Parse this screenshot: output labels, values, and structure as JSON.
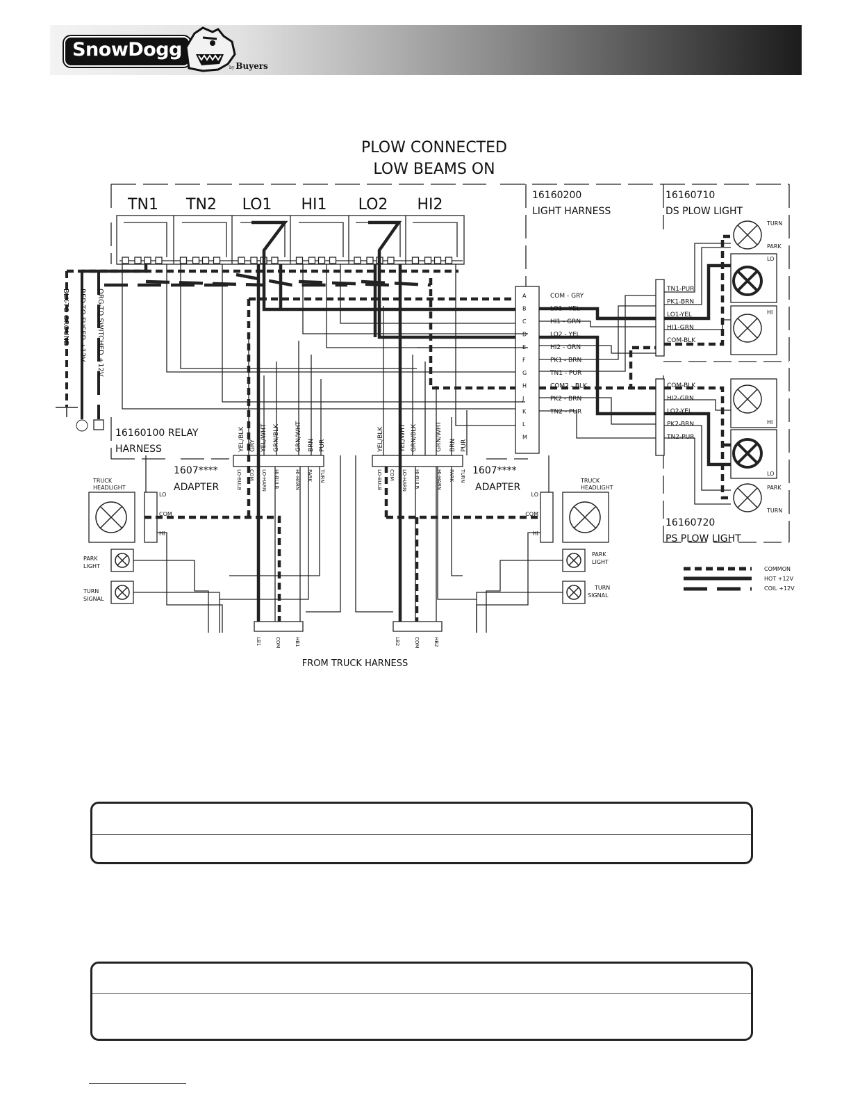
{
  "header": {
    "brand_logo": "SnowDogg",
    "brand_by": "by",
    "brand_maker": "Buyers",
    "logo_icon": "dog-head-icon"
  },
  "diagram": {
    "title_line1": "PLOW CONNECTED",
    "title_line2": "LOW BEAMS ON",
    "relays": [
      "TN1",
      "TN2",
      "LO1",
      "HI1",
      "LO2",
      "HI2"
    ],
    "relay_harness": {
      "part": "16160100 RELAY",
      "name": "HARNESS"
    },
    "light_harness": {
      "part": "16160200",
      "name": "LIGHT HARNESS"
    },
    "ds_plow_light": {
      "part": "16160710",
      "name": "DS PLOW LIGHT"
    },
    "ps_plow_light": {
      "part": "16160720",
      "name": "PS PLOW LIGHT"
    },
    "power_leads": [
      "BLK-TO GROUND",
      "RED-TO FUSED +12V",
      "ORG-TO SWITCHED +12V"
    ],
    "connector_pins": [
      {
        "pin": "A",
        "label": "COM - GRY"
      },
      {
        "pin": "B",
        "label": "LO1 - YEL"
      },
      {
        "pin": "C",
        "label": "HI1 - GRN"
      },
      {
        "pin": "D",
        "label": "LO2 - YEL"
      },
      {
        "pin": "E",
        "label": "HI2 - GRN"
      },
      {
        "pin": "F",
        "label": "PK1 - BRN"
      },
      {
        "pin": "G",
        "label": "TN1 - PUR"
      },
      {
        "pin": "H",
        "label": "COM2 - BLK"
      },
      {
        "pin": "J",
        "label": "PK2 - BRN"
      },
      {
        "pin": "K",
        "label": "TN2 - PUR"
      },
      {
        "pin": "L",
        "label": ""
      },
      {
        "pin": "M",
        "label": ""
      }
    ],
    "ds_connector": [
      "TN1-PUR",
      "PK1-BRN",
      "LO1-YEL",
      "HI1-GRN",
      "COM-BLK"
    ],
    "ps_connector": [
      "COM-BLK",
      "HI2-GRN",
      "LO2-YEL",
      "PK2-BRN",
      "TN2-PUR"
    ],
    "ds_lamps": [
      "TURN",
      "PARK",
      "LO",
      "HI"
    ],
    "ps_lamps": [
      "HI",
      "LO",
      "PARK",
      "TURN"
    ],
    "left_wires": [
      "YEL/BLK",
      "GRY",
      "YEL/WHT",
      "GRN/BLK",
      "GRN/WHT",
      "BRN",
      "PUR"
    ],
    "right_wires": [
      "YEL/BLK",
      "YEL/WHT",
      "GRN/BLK",
      "GRN/WHT",
      "BRN",
      "PUR"
    ],
    "adapter_label": "1607****",
    "adapter_name": "ADAPTER",
    "adapter_pins_left": [
      "LO-BULB",
      "COM",
      "LO-HARN",
      "HI-BULB",
      "HI-HARN",
      "PARK",
      "TURN"
    ],
    "adapter_pins_right": [
      "LO-BULB",
      "COM",
      "LO-HARN",
      "HI-BULB",
      "HI-HARN",
      "PARK",
      "TURN"
    ],
    "truck_headlight": "TRUCK HEADLIGHT",
    "headlight_pins": [
      "LO",
      "COM",
      "HI"
    ],
    "park_light": "PARK LIGHT",
    "turn_signal": "TURN SIGNAL",
    "truck_harness_left": [
      "LB1",
      "COM",
      "HB1"
    ],
    "truck_harness_right": [
      "LB2",
      "COM",
      "HB2"
    ],
    "from_truck": "FROM TRUCK HARNESS",
    "legend": [
      {
        "label": "COMMON",
        "style": "dashed"
      },
      {
        "label": "HOT +12V",
        "style": "solid"
      },
      {
        "label": "COIL +12V",
        "style": "broken"
      }
    ]
  }
}
